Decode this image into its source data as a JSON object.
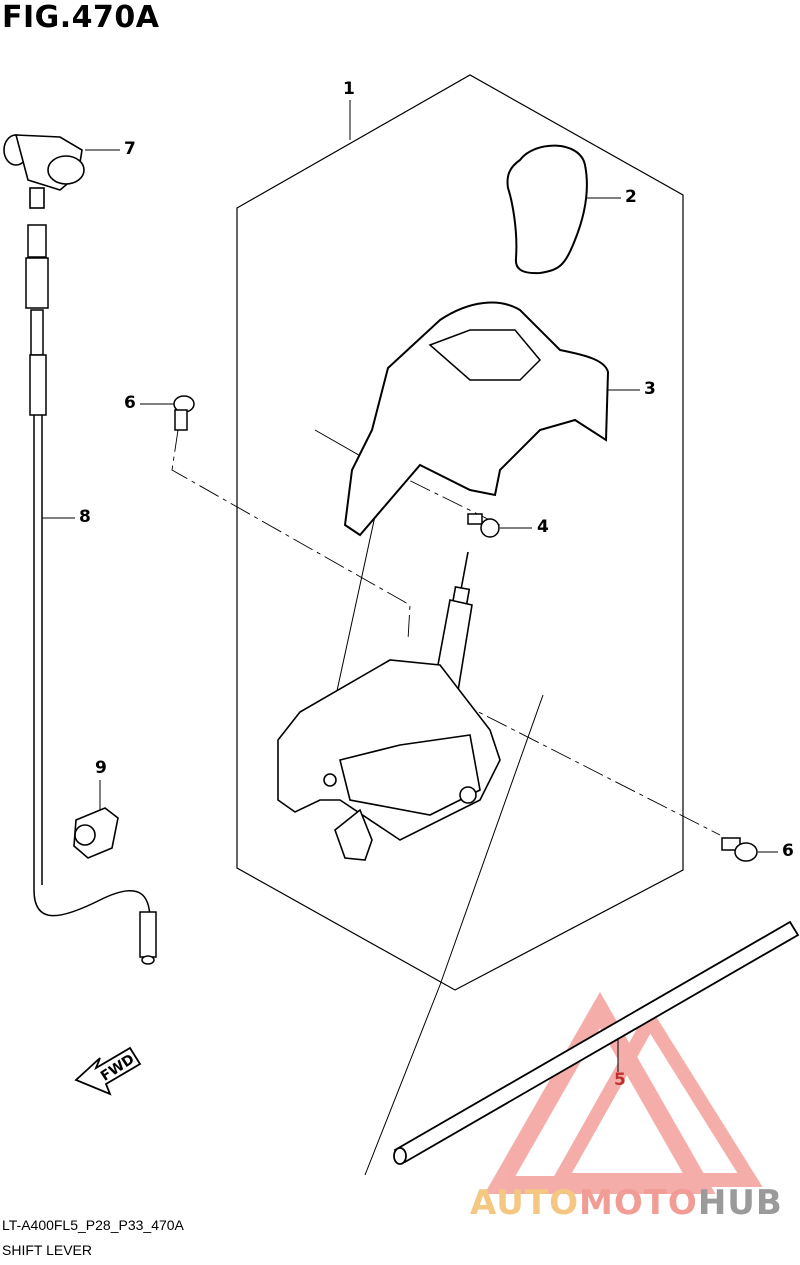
{
  "figure": {
    "title": "FIG.470A",
    "code": "LT-A400FL5_P28_P33_470A",
    "caption": "SHIFT LEVER"
  },
  "callouts": [
    "1",
    "2",
    "3",
    "4",
    "5",
    "6",
    "6",
    "7",
    "8",
    "9"
  ],
  "fwd_label": "FWD",
  "watermark": {
    "part1": "AUTO",
    "part2": "MOTO",
    "part3": "HUB",
    "colors": [
      "#f4c783",
      "#f19c95",
      "#9a9a9a"
    ]
  }
}
